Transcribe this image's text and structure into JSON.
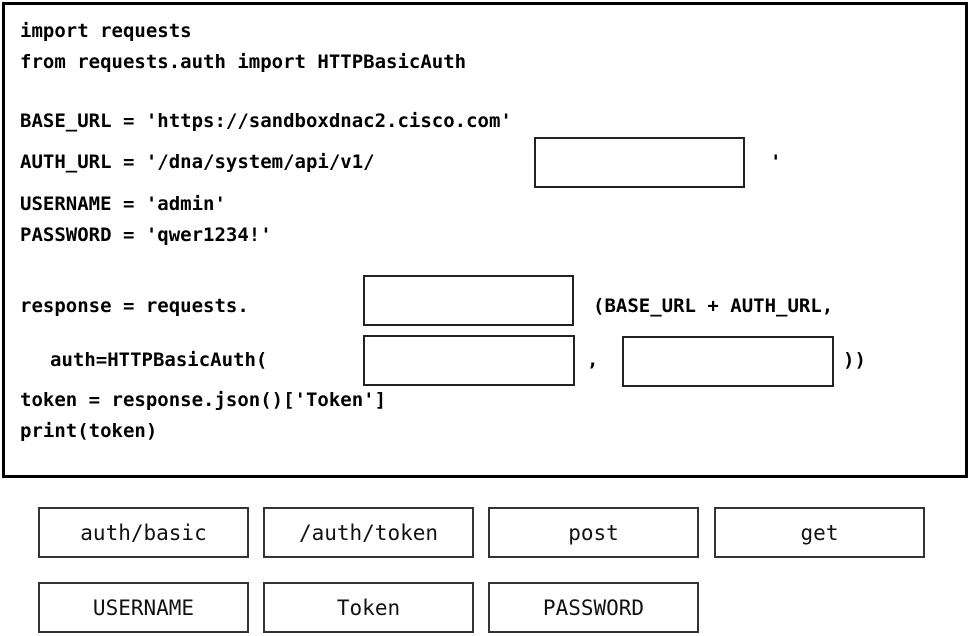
{
  "code": {
    "line1": "import requests",
    "line2": "from requests.auth import HTTPBasicAuth",
    "line3": "BASE_URL = 'https://sandboxdnac2.cisco.com'",
    "line4_prefix": "AUTH_URL = '/dna/system/api/v1/",
    "line4_suffix": "'",
    "line5": "USERNAME = 'admin'",
    "line6": "PASSWORD = 'qwer1234!'",
    "line7_prefix": "response = requests.",
    "line7_suffix": "(BASE_URL + AUTH_URL,",
    "line8_prefix": "auth=HTTPBasicAuth(",
    "line8_comma": ",",
    "line8_suffix": "))",
    "line9": "token = response.json()['Token']",
    "line10": "print(token)"
  },
  "options": [
    "auth/basic",
    "/auth/token",
    "post",
    "get",
    "USERNAME",
    "Token",
    "PASSWORD"
  ]
}
